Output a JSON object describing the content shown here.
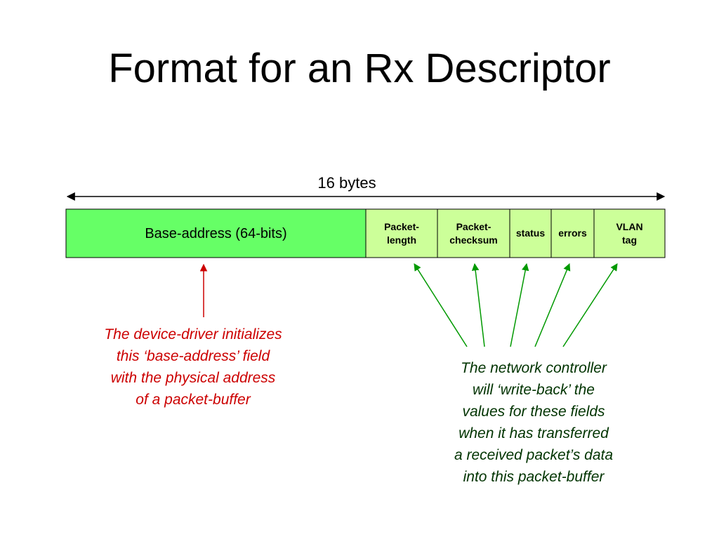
{
  "title": "Format for an Rx Descriptor",
  "size_label": "16 bytes",
  "fields": {
    "base_address": "Base-address (64-bits)",
    "packet_length": "Packet-\nlength",
    "packet_checksum": "Packet-\nchecksum",
    "status": "status",
    "errors": "errors",
    "vlan_tag": "VLAN\ntag"
  },
  "captions": {
    "driver": "The device-driver initializes\nthis ‘base-address’ field\nwith the physical address\nof a packet-buffer",
    "controller": "The network controller\nwill ‘write-back’ the\nvalues for these fields\nwhen it has transferred\na received packet’s data\ninto this packet-buffer"
  },
  "colors": {
    "base_address_fill": "#66ff66",
    "writeback_field_fill": "#ccff99",
    "driver_annotation": "#cc0000",
    "controller_annotation": "#009900",
    "controller_caption_text": "#003300"
  }
}
